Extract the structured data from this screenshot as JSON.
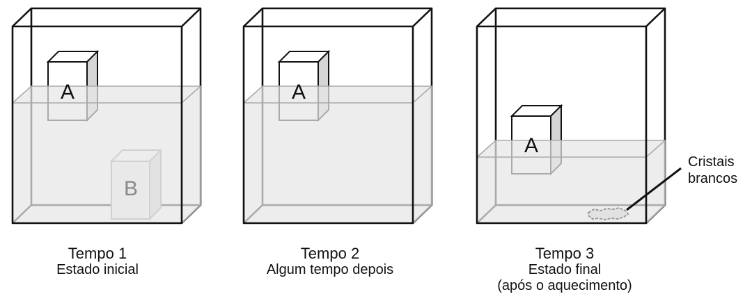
{
  "tanks": [
    {
      "title": "Tempo 1",
      "subtitle": "Estado inicial",
      "blocks": [
        "A",
        "B"
      ]
    },
    {
      "title": "Tempo 2",
      "subtitle": "Algum tempo depois",
      "blocks": [
        "A"
      ]
    },
    {
      "title": "Tempo 3",
      "subtitle": "Estado final",
      "subtitle2": "(após o aquecimento)",
      "blocks": [
        "A"
      ]
    }
  ],
  "crystals_label": {
    "line1": "Cristais",
    "line2": "brancos"
  }
}
